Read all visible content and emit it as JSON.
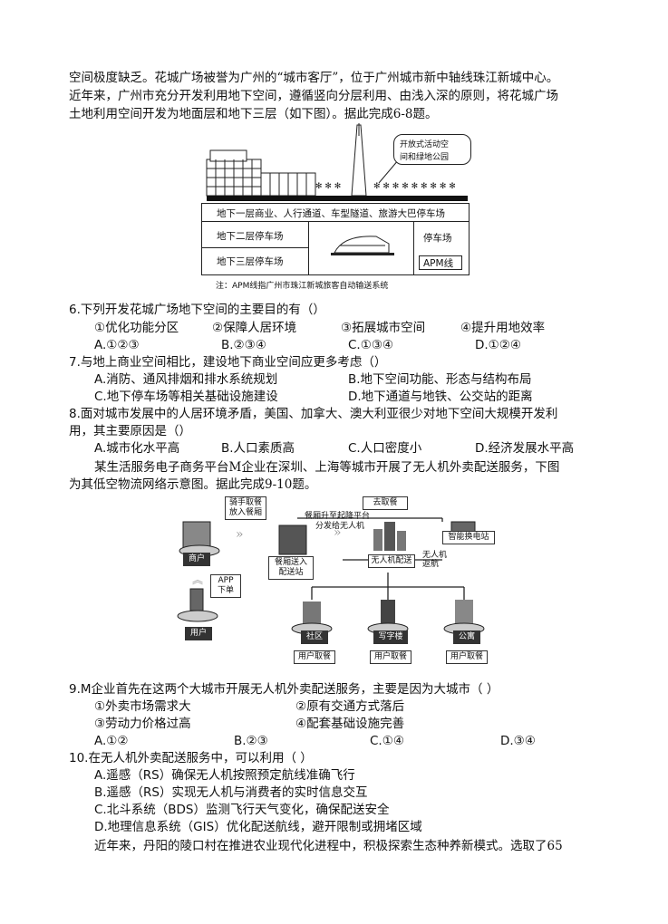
{
  "intro1": {
    "lines": [
      "空间极度缺乏。花城广场被誉为广州的“城市客厅”，位于广州城市新中轴线珠江新城中心。",
      "近年来，广州市充分开发利用地下空间，遵循竖向分层利用、由浅入深的原则，将花城广场",
      "土地利用空间开发为地面层和地下三层（如下图）。据此完成6-8题。"
    ]
  },
  "figure1": {
    "callout": "开放式活动空间和绿地公园",
    "callout_l1": "开放式活动空",
    "callout_l2": "间和绿地公园",
    "layer1": "地下一层商业、人行通道、车型隧道、旅游大巴停车场",
    "layer2": "地下二层停车场",
    "layer3": "地下三层停车场",
    "parking": "停车场",
    "apm": "APM线",
    "note": "注：APM线指广州市珠江新城旅客自动输送系统"
  },
  "q6": {
    "stem": "6.下列开发花城广场地下空间的主要目的有（）",
    "items": [
      "①优化功能分区",
      "②保障人居环境",
      "③拓展城市空间",
      "④提升用地效率"
    ],
    "options": [
      "A.①②③",
      "B.②③④",
      "C.①③④",
      "D.①②④"
    ]
  },
  "q7": {
    "stem": "7.与地上商业空间相比，建设地下商业空间应更多考虑（）",
    "options": [
      "A.消防、通风排烟和排水系统规划",
      "B.地下空间功能、形态与结构布局",
      "C.地下停车场等相关基础设施建设",
      "D.地下通道与地铁、公交站的距离"
    ]
  },
  "q8": {
    "stem1": "8.面对城市发展中的人居环境矛盾，美国、加拿大、澳大利亚很少对地下空间大规模开发利",
    "stem2": "用，其主要原因是（）",
    "options": [
      "A.城市化水平高",
      "B.人口素质高",
      "C.人口密度小",
      "D.经济发展水平高"
    ]
  },
  "intro2": {
    "lines": [
      "某生活服务电子商务平台M企业在深圳、上海等城市开展了无人机外卖配送服务，下图",
      "为其低空物流网络示意图。据此完成9-10题。"
    ]
  },
  "figure2": {
    "rider": "骑手取餐放入餐厢",
    "rider_l1": "骑手取餐",
    "rider_l2": "放入餐厢",
    "lift": "餐厢升至起降平台分发给无人机",
    "lift_l1": "餐厢升至起降平台",
    "lift_l2": "分发给无人机",
    "go": "去取餐",
    "merchant": "商户",
    "app": "APP下单",
    "app_l1": "APP",
    "app_l2": "下单",
    "user": "用户",
    "station": "餐厢送入配送站",
    "station_l1": "餐厢送入",
    "station_l2": "配送站",
    "drone": "无人机配送",
    "return": "无人机返航",
    "return_l1": "无人机",
    "return_l2": "返航",
    "charge": "智能换电站",
    "community": "社区",
    "office": "写字楼",
    "apartment": "公寓",
    "pickup": "用户取餐"
  },
  "q9": {
    "stem": "9.M企业首先在这两个大城市开展无人机外卖配送服务，主要是因为大城市（ ）",
    "items": [
      "①外卖市场需求大",
      "②原有交通方式落后",
      "③劳动力价格过高",
      "④配套基础设施完善"
    ],
    "options": [
      "A.①②",
      "B.②③",
      "C.①④",
      "D.③④"
    ]
  },
  "q10": {
    "stem": "10.在无人机外卖配送服务中，可以利用（ ）",
    "options": [
      "A.遥感（RS）确保无人机按照预定航线准确飞行",
      "B.遥感（RS）实现无人机与消费者的实时信息交互",
      "C.北斗系统（BDS）监测飞行天气变化，确保配送安全",
      "D.地理信息系统（GIS）优化配送航线，避开限制或拥堵区域"
    ]
  },
  "tail": "近年来，丹阳的陵口村在推进农业现代化进程中，积极探索生态种养新模式。选取了65"
}
